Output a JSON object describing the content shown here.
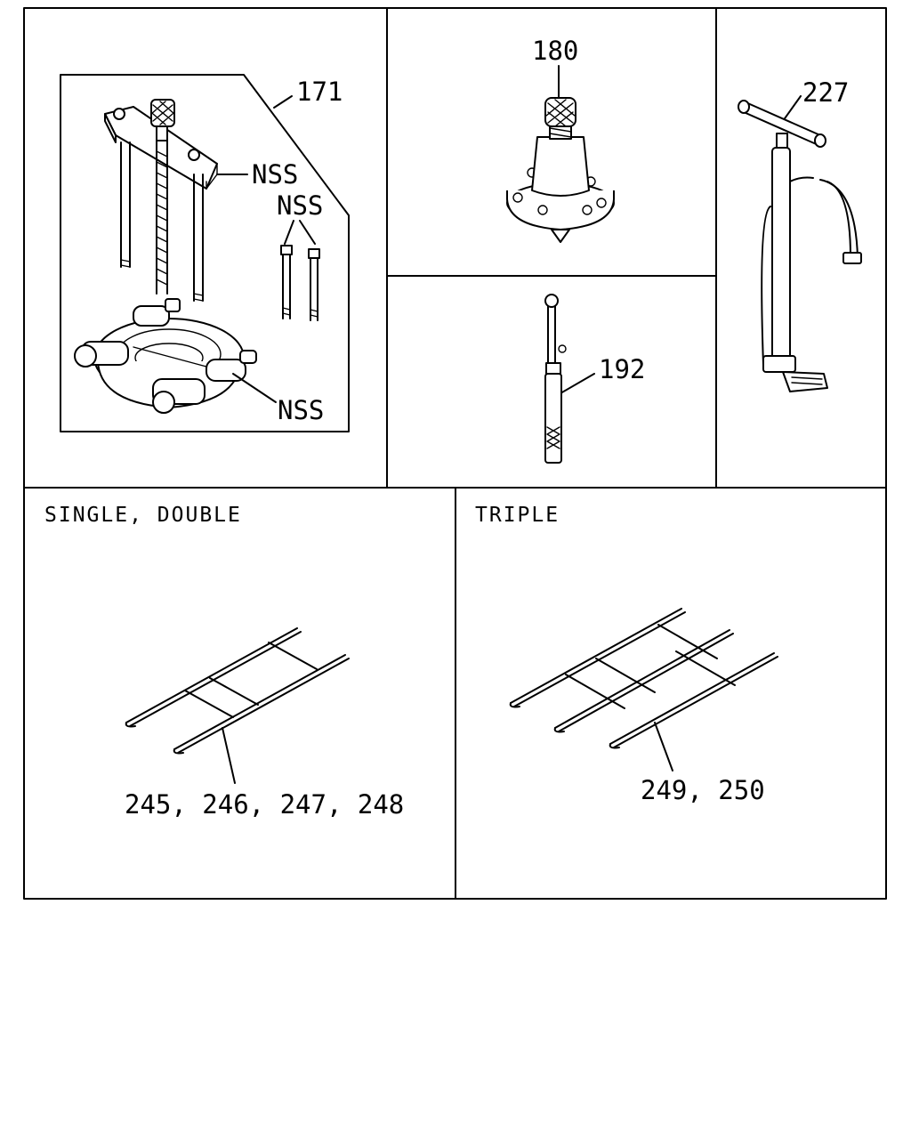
{
  "panels": {
    "puller": {
      "callout": "171",
      "nss_labels": [
        "NSS",
        "NSS",
        "NSS"
      ]
    },
    "gauge_base": {
      "callout": "180"
    },
    "pressure_gauge": {
      "callout": "192"
    },
    "pump": {
      "callout": "227"
    },
    "chains_single_double": {
      "heading": "SINGLE, DOUBLE",
      "callout": "245, 246, 247, 248"
    },
    "chains_triple": {
      "heading": "TRIPLE",
      "callout": "249, 250"
    }
  }
}
